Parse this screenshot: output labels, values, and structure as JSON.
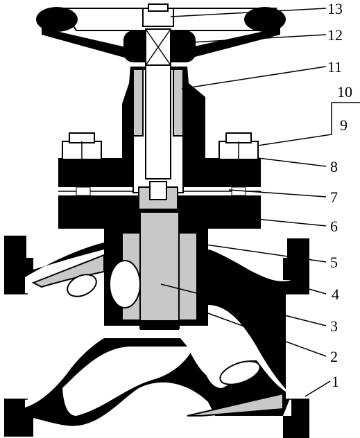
{
  "labels": [
    "1",
    "2",
    "3",
    "4",
    "5",
    "6",
    "7",
    "8",
    "9",
    "10",
    "11",
    "12",
    "13"
  ],
  "colors": {
    "ink": "#000000",
    "fill": "#c8c8c8",
    "paper": "#ffffff"
  }
}
